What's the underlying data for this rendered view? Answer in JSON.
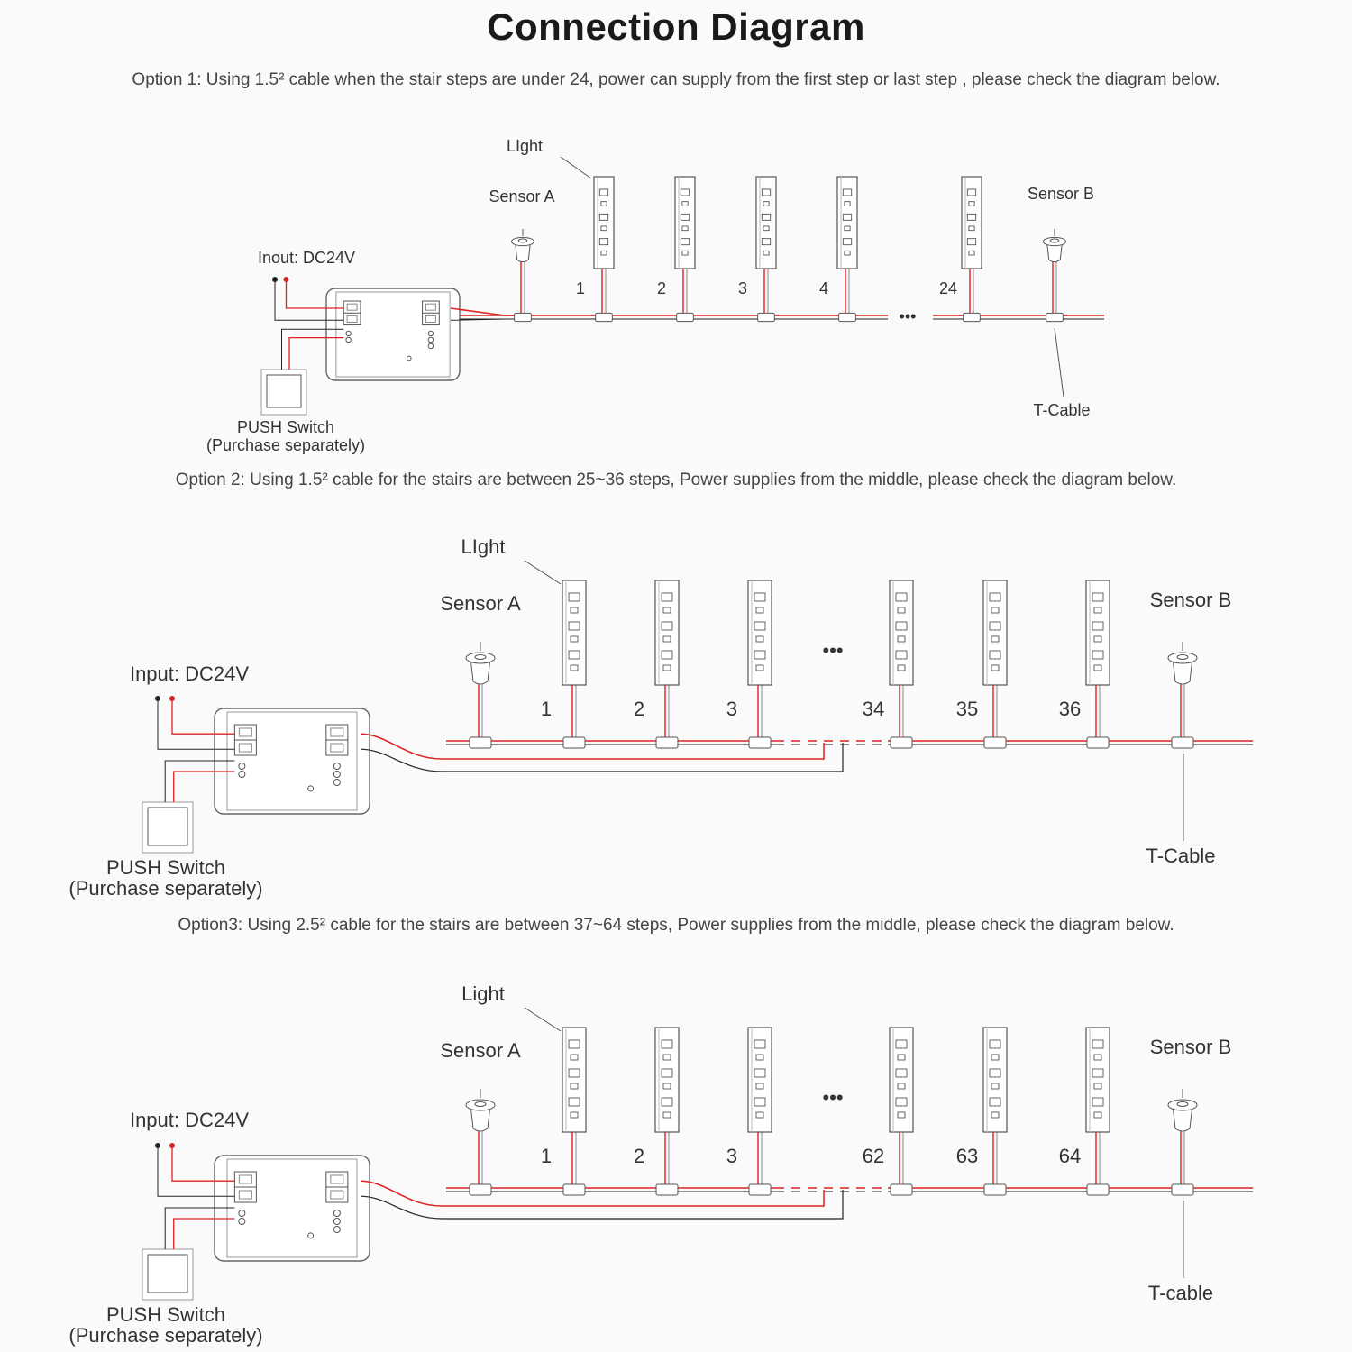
{
  "title": "Connection Diagram",
  "options": [
    {
      "text": "Option 1: Using 1.5²  cable when the stair steps are under 24, power can supply from the first step or last step , please check the diagram below.",
      "light_label": "LIght",
      "sensor_a": "Sensor A",
      "sensor_b": "Sensor B",
      "input_label": "Inout: DC24V",
      "switch_label": "PUSH Switch",
      "switch_note": "(Purchase separately)",
      "tcable_label": "T-Cable",
      "steps": [
        "1",
        "2",
        "3",
        "4",
        "24"
      ],
      "ellipsis": "•••"
    },
    {
      "text": "Option 2: Using 1.5² cable for the stairs are between 25~36 steps, Power supplies from the middle, please check the diagram below.",
      "light_label": "LIght",
      "sensor_a": "Sensor A",
      "sensor_b": "Sensor B",
      "input_label": "Input: DC24V",
      "switch_label": "PUSH Switch",
      "switch_note": "(Purchase separately)",
      "tcable_label": "T-Cable",
      "steps": [
        "1",
        "2",
        "3",
        "34",
        "35",
        "36"
      ],
      "ellipsis": "•••"
    },
    {
      "text": "Option3: Using 2.5² cable for the stairs are between 37~64 steps, Power  supplies from the middle, please check the diagram below.",
      "light_label": "Light",
      "sensor_a": "Sensor A",
      "sensor_b": "Sensor B",
      "input_label": "Input: DC24V",
      "switch_label": "PUSH Switch",
      "switch_note": "(Purchase separately)",
      "tcable_label": "T-cable",
      "steps": [
        "1",
        "2",
        "3",
        "62",
        "63",
        "64"
      ],
      "ellipsis": "•••"
    }
  ],
  "colors": {
    "wire_red": "#e02020",
    "wire_black": "#222222",
    "outline": "#666666"
  }
}
